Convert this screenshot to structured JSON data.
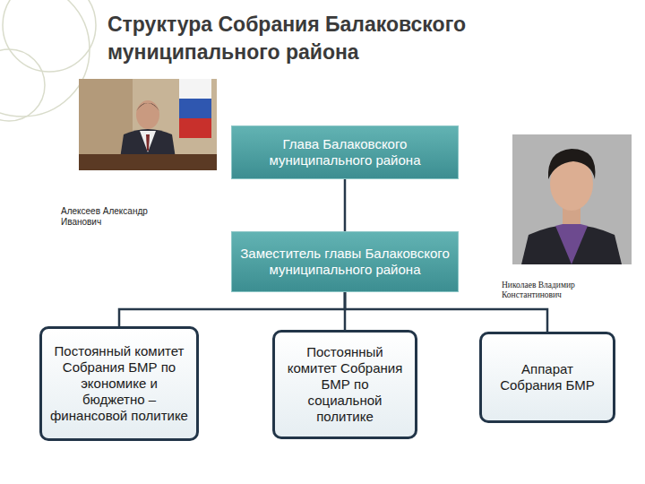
{
  "diagram": {
    "title": "Структура Собрания Балаковского муниципального района",
    "nodes": [
      {
        "text": [
          "Глава Балаковского муниципального района"
        ]
      },
      {
        "text": [
          "Заместитель главы Балаковского муниципального района"
        ]
      },
      {
        "text": [
          "Постоянный комитет Собрания БМР по экономике и бюджетно – финансовой политике"
        ]
      },
      {
        "text": [
          "Постоянный комитет Собрания БМР по социальной политике"
        ]
      },
      {
        "text": [
          "Аппарат Собрания БМР"
        ]
      }
    ],
    "edges": [
      {
        "from": 0,
        "to": 1,
        "arrow": "none"
      },
      {
        "from": 1,
        "to": 2,
        "arrow": "none"
      },
      {
        "from": 1,
        "to": 3,
        "arrow": "none"
      },
      {
        "from": 1,
        "to": 4,
        "arrow": "none"
      }
    ],
    "labels": [
      "Алексеев Александр Иванович",
      "Николаев Владимир Константинович"
    ]
  }
}
